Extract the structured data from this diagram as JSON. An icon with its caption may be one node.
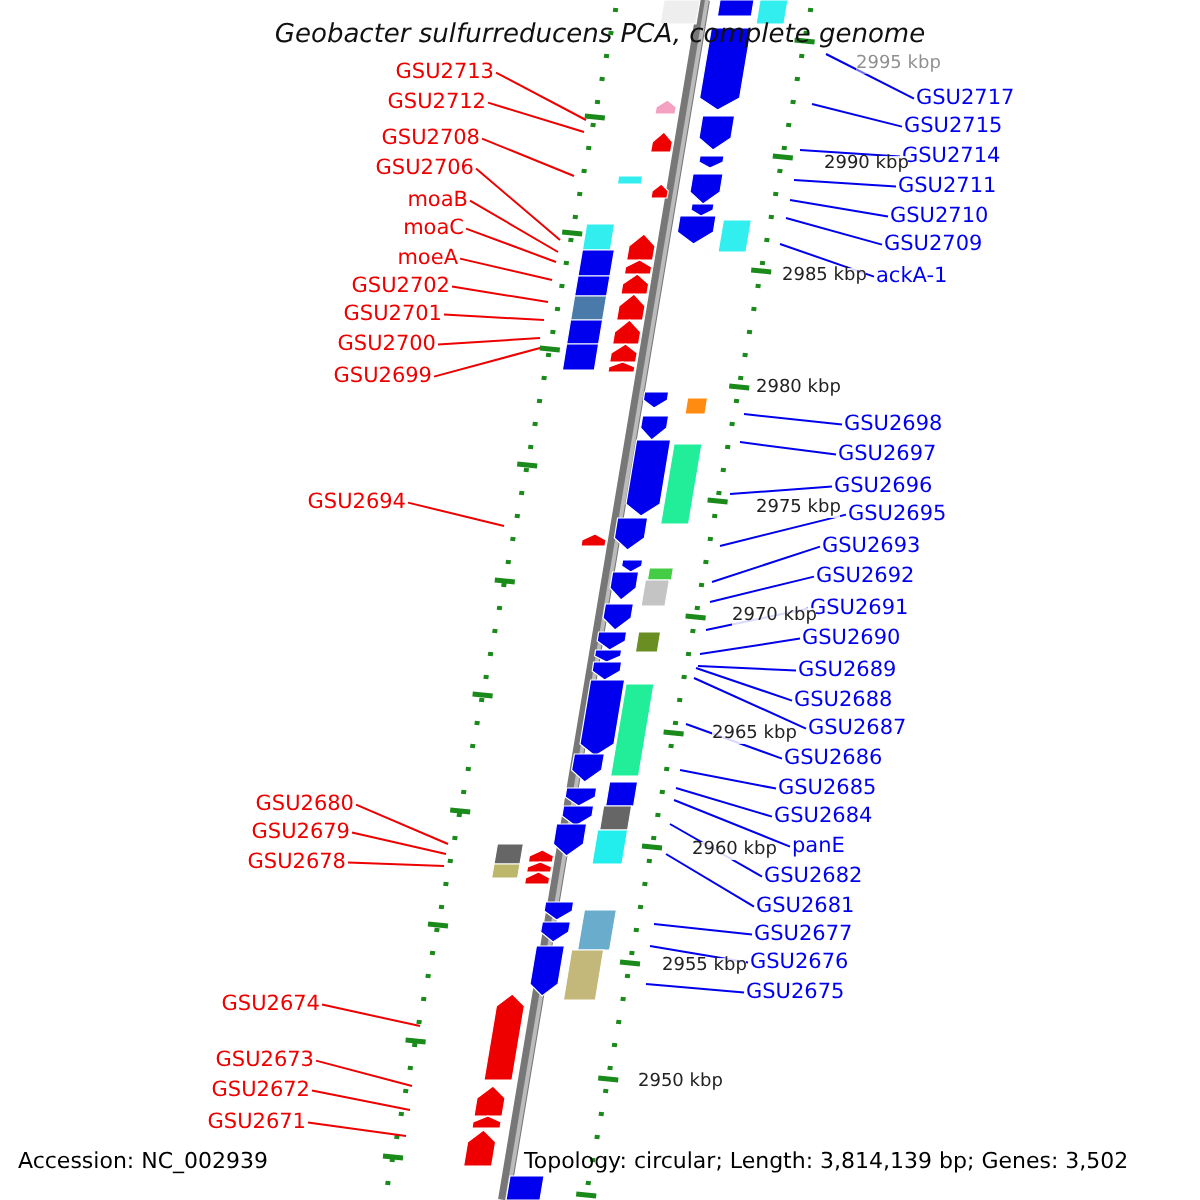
{
  "diagram": {
    "title": "Geobacter sulfurreducens PCA, complete genome",
    "nodes": [
      {
        "text": [
          "GSU2713"
        ]
      },
      {
        "text": [
          "GSU2712"
        ]
      },
      {
        "text": [
          "GSU2708"
        ]
      },
      {
        "text": [
          "GSU2706"
        ]
      },
      {
        "text": [
          "moaB"
        ]
      },
      {
        "text": [
          "moaC"
        ]
      },
      {
        "text": [
          "moeA"
        ]
      },
      {
        "text": [
          "GSU2702"
        ]
      },
      {
        "text": [
          "GSU2701"
        ]
      },
      {
        "text": [
          "GSU2700"
        ]
      },
      {
        "text": [
          "GSU2699"
        ]
      },
      {
        "text": [
          "GSU2694"
        ]
      },
      {
        "text": [
          "GSU2680"
        ]
      },
      {
        "text": [
          "GSU2679"
        ]
      },
      {
        "text": [
          "GSU2678"
        ]
      },
      {
        "text": [
          "GSU2674"
        ]
      },
      {
        "text": [
          "GSU2673"
        ]
      },
      {
        "text": [
          "GSU2672"
        ]
      },
      {
        "text": [
          "GSU2671"
        ]
      },
      {
        "text": [
          "GSU2717"
        ]
      },
      {
        "text": [
          "GSU2715"
        ]
      },
      {
        "text": [
          "GSU2714"
        ]
      },
      {
        "text": [
          "GSU2711"
        ]
      },
      {
        "text": [
          "GSU2710"
        ]
      },
      {
        "text": [
          "GSU2709"
        ]
      },
      {
        "text": [
          "ackA-1"
        ]
      },
      {
        "text": [
          "GSU2698"
        ]
      },
      {
        "text": [
          "GSU2697"
        ]
      },
      {
        "text": [
          "GSU2696"
        ]
      },
      {
        "text": [
          "GSU2695"
        ]
      },
      {
        "text": [
          "GSU2693"
        ]
      },
      {
        "text": [
          "GSU2692"
        ]
      },
      {
        "text": [
          "GSU2691"
        ]
      },
      {
        "text": [
          "GSU2690"
        ]
      },
      {
        "text": [
          "GSU2689"
        ]
      },
      {
        "text": [
          "GSU2688"
        ]
      },
      {
        "text": [
          "GSU2687"
        ]
      },
      {
        "text": [
          "GSU2686"
        ]
      },
      {
        "text": [
          "GSU2685"
        ]
      },
      {
        "text": [
          "GSU2684"
        ]
      },
      {
        "text": [
          "panE"
        ]
      },
      {
        "text": [
          "GSU2682"
        ]
      },
      {
        "text": [
          "GSU2681"
        ]
      },
      {
        "text": [
          "GSU2677"
        ]
      },
      {
        "text": [
          "GSU2676"
        ]
      },
      {
        "text": [
          "GSU2675"
        ]
      }
    ],
    "edges": [
      {
        "from": 0,
        "to": null,
        "arrow": "none",
        "color": "#ee0000"
      },
      {
        "from": 1,
        "to": null,
        "arrow": "none",
        "color": "#ee0000"
      },
      {
        "from": 2,
        "to": null,
        "arrow": "none",
        "color": "#ee0000"
      },
      {
        "from": 3,
        "to": null,
        "arrow": "none",
        "color": "#ee0000"
      },
      {
        "from": 4,
        "to": null,
        "arrow": "none",
        "color": "#ee0000"
      },
      {
        "from": 5,
        "to": null,
        "arrow": "none",
        "color": "#ee0000"
      },
      {
        "from": 6,
        "to": null,
        "arrow": "none",
        "color": "#ee0000"
      },
      {
        "from": 7,
        "to": null,
        "arrow": "none",
        "color": "#ee0000"
      },
      {
        "from": 8,
        "to": null,
        "arrow": "none",
        "color": "#ee0000"
      },
      {
        "from": 9,
        "to": null,
        "arrow": "none",
        "color": "#ee0000"
      },
      {
        "from": 10,
        "to": null,
        "arrow": "none",
        "color": "#ee0000"
      },
      {
        "from": 11,
        "to": null,
        "arrow": "none",
        "color": "#ee0000"
      },
      {
        "from": 12,
        "to": null,
        "arrow": "none",
        "color": "#ee0000"
      },
      {
        "from": 13,
        "to": null,
        "arrow": "none",
        "color": "#ee0000"
      },
      {
        "from": 14,
        "to": null,
        "arrow": "none",
        "color": "#ee0000"
      },
      {
        "from": 15,
        "to": null,
        "arrow": "none",
        "color": "#ee0000"
      },
      {
        "from": 16,
        "to": null,
        "arrow": "none",
        "color": "#ee0000"
      },
      {
        "from": 17,
        "to": null,
        "arrow": "none",
        "color": "#ee0000"
      },
      {
        "from": 18,
        "to": null,
        "arrow": "none",
        "color": "#ee0000"
      },
      {
        "from": 19,
        "to": null,
        "arrow": "none"
      },
      {
        "from": 20,
        "to": null,
        "arrow": "none"
      },
      {
        "from": 21,
        "to": null,
        "arrow": "none"
      },
      {
        "from": 22,
        "to": null,
        "arrow": "none"
      },
      {
        "from": 23,
        "to": null,
        "arrow": "none"
      },
      {
        "from": 24,
        "to": null,
        "arrow": "none"
      },
      {
        "from": 25,
        "to": null,
        "arrow": "none"
      },
      {
        "from": 26,
        "to": null,
        "arrow": "none"
      },
      {
        "from": 27,
        "to": null,
        "arrow": "none"
      },
      {
        "from": 28,
        "to": null,
        "arrow": "none"
      },
      {
        "from": 29,
        "to": null,
        "arrow": "none"
      },
      {
        "from": 30,
        "to": null,
        "arrow": "none"
      },
      {
        "from": 31,
        "to": null,
        "arrow": "none"
      },
      {
        "from": 32,
        "to": null,
        "arrow": "none"
      },
      {
        "from": 33,
        "to": null,
        "arrow": "none"
      },
      {
        "from": 34,
        "to": null,
        "arrow": "none"
      },
      {
        "from": 35,
        "to": null,
        "arrow": "none"
      },
      {
        "from": 36,
        "to": null,
        "arrow": "none"
      },
      {
        "from": 37,
        "to": null,
        "arrow": "none"
      },
      {
        "from": 38,
        "to": null,
        "arrow": "none"
      },
      {
        "from": 39,
        "to": null,
        "arrow": "none"
      },
      {
        "from": 40,
        "to": null,
        "arrow": "none"
      },
      {
        "from": 41,
        "to": null,
        "arrow": "none"
      },
      {
        "from": 42,
        "to": null,
        "arrow": "none"
      },
      {
        "from": 43,
        "to": null,
        "arrow": "none"
      },
      {
        "from": 44,
        "to": null,
        "arrow": "none"
      },
      {
        "from": 45,
        "to": null,
        "arrow": "none"
      }
    ],
    "labels": [
      "2995 kbp",
      "2990 kbp",
      "2985 kbp",
      "2980 kbp",
      "2975 kbp",
      "2970 kbp",
      "2965 kbp",
      "2960 kbp",
      "2955 kbp",
      "2950 kbp",
      "Accession: NC_002939",
      "Topology: circular; Length: 3,814,139 bp; Genes: 3,502"
    ]
  }
}
